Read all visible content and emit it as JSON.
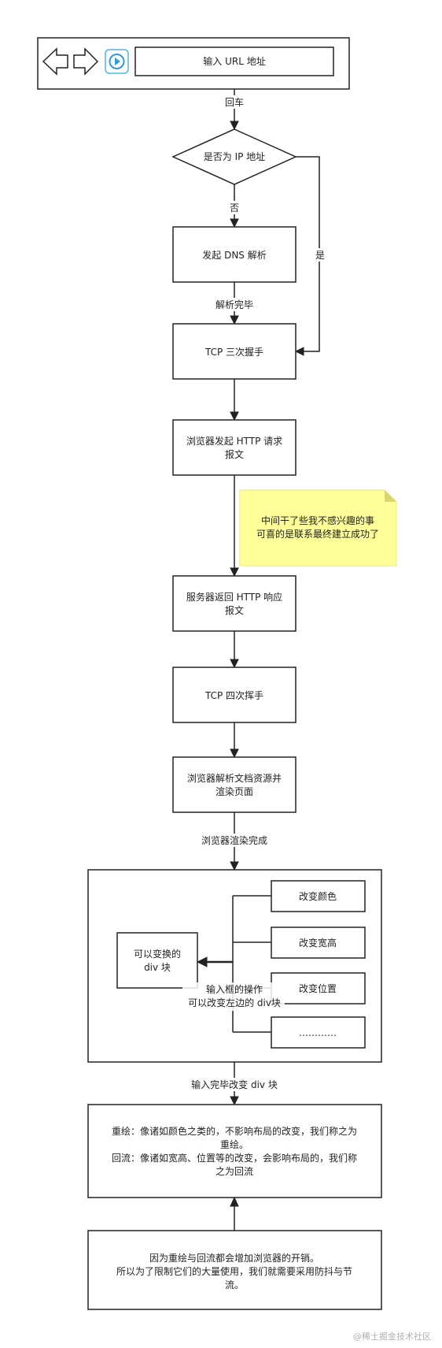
{
  "browser": {
    "url_box": "输入 URL 地址"
  },
  "edges": {
    "enter": "回车",
    "no": "否",
    "yes": "是",
    "dns_done": "解析完毕",
    "render_done": "浏览器渲染完成",
    "input_done": "输入完毕改变 div 块"
  },
  "nodes": {
    "is_ip": "是否为 IP 地址",
    "dns": "发起 DNS 解析",
    "tcp3": "TCP 三次握手",
    "http_req": [
      "浏览器发起 HTTP 请求",
      "报文"
    ],
    "http_res": [
      "服务器返回 HTTP 响应",
      "报文"
    ],
    "tcp4": "TCP 四次挥手",
    "parse": [
      "浏览器解析文档资源并",
      "渲染页面"
    ]
  },
  "note": {
    "lines": [
      "中间干了些我不感兴趣的事",
      "可喜的是联系最终建立成功了"
    ],
    "color": "#ffff99"
  },
  "panel": {
    "div_block": [
      "可以变换的",
      "div 块"
    ],
    "ops": [
      "改变颜色",
      "改变宽高",
      "改变位置",
      "…………"
    ],
    "input_label": [
      "输入框的操作",
      "可以改变左边的 div块"
    ]
  },
  "explain": {
    "lines": [
      "重绘：像诸如颜色之类的，不影响布局的改变，我们称之为",
      "重绘。",
      "回流：像诸如宽高、位置等的改变，会影响布局的，我们称",
      "之为回流"
    ]
  },
  "conclusion": {
    "lines": [
      "因为重绘与回流都会增加浏览器的开销。",
      "所以为了限制它们的大量使用，我们就需要采用防抖与节",
      "流。"
    ]
  },
  "watermark": "@稀土掘金技术社区"
}
